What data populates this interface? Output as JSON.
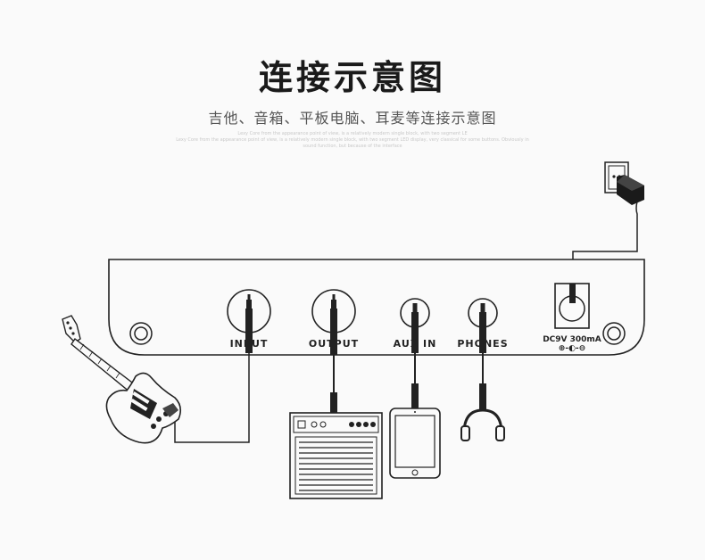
{
  "title": "连接示意图",
  "subtitle": "吉他、音箱、平板电脑、耳麦等连接示意图",
  "fine_print": [
    "Lexy Core from the appearance point of view, is a relatively modern single block, with two segment LE",
    "Lexy Core from the appearance point of view, is a relatively modern single block, with two segment LED display, very classical for some buttons. Obviously in",
    "sound function, but because of the interface"
  ],
  "ports": {
    "input": "INPUT",
    "output": "OUTPUT",
    "aux_in": "AUX IN",
    "phones": "PHONES",
    "dc": "DC9V 300mA",
    "dc_polarity": "⊕-◐-⊖"
  }
}
